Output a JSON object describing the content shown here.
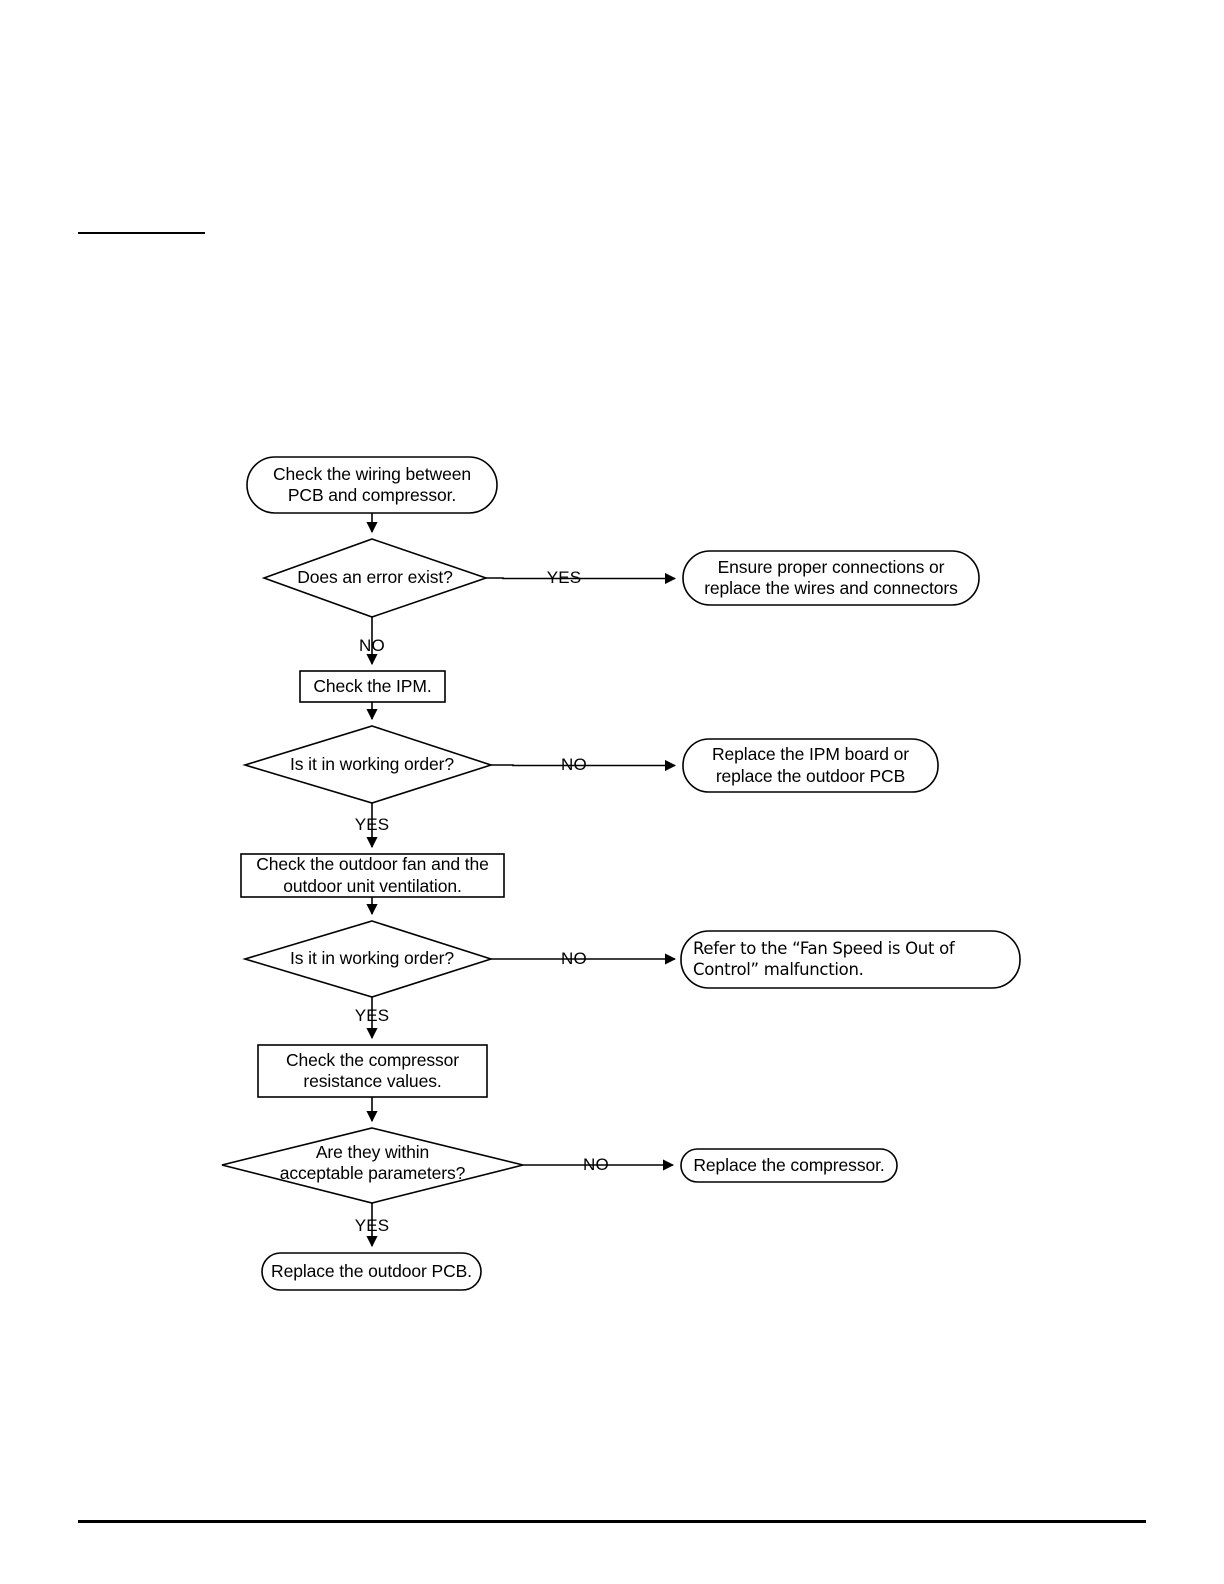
{
  "page": {
    "title": "Compressor / IPM troubleshooting flowchart",
    "heading_rule": true,
    "footer_rule": true
  },
  "chart_data": {
    "type": "diagram",
    "subtype": "flowchart",
    "orientation": "top-to-bottom",
    "nodes": [
      {
        "id": "n1",
        "shape": "terminator",
        "text_lines": [
          "Check the wiring between",
          "PCB and compressor."
        ]
      },
      {
        "id": "d1",
        "shape": "decision",
        "text_lines": [
          "Does an error exist?"
        ]
      },
      {
        "id": "r1",
        "shape": "terminator",
        "text_lines": [
          "Ensure proper connections  or",
          "replace the wires and connectors"
        ]
      },
      {
        "id": "n2",
        "shape": "process",
        "text_lines": [
          "Check the IPM."
        ]
      },
      {
        "id": "d2",
        "shape": "decision",
        "text_lines": [
          "Is it in working order?"
        ]
      },
      {
        "id": "r2",
        "shape": "terminator",
        "text_lines": [
          "Replace the IPM board or",
          "replace the outdoor PCB"
        ]
      },
      {
        "id": "n3",
        "shape": "process",
        "text_lines": [
          "Check the outdoor fan and the",
          "outdoor unit ventilation."
        ]
      },
      {
        "id": "d3",
        "shape": "decision",
        "text_lines": [
          "Is it in working order?"
        ]
      },
      {
        "id": "r3",
        "shape": "terminator",
        "text_lines": [
          "Refer to the “Fan Speed is Out of",
          "Control” malfunction."
        ]
      },
      {
        "id": "n4",
        "shape": "process",
        "text_lines": [
          "Check the compressor",
          "resistance values."
        ]
      },
      {
        "id": "d4",
        "shape": "decision",
        "text_lines": [
          "Are they within",
          "acceptable parameters?"
        ]
      },
      {
        "id": "r4",
        "shape": "terminator",
        "text_lines": [
          "Replace the compressor."
        ]
      },
      {
        "id": "n5",
        "shape": "terminator",
        "text_lines": [
          "Replace the outdoor PCB."
        ]
      }
    ],
    "edges": [
      {
        "from": "n1",
        "to": "d1",
        "label": ""
      },
      {
        "from": "d1",
        "to": "r1",
        "label": "YES"
      },
      {
        "from": "d1",
        "to": "n2",
        "label": "NO"
      },
      {
        "from": "n2",
        "to": "d2",
        "label": ""
      },
      {
        "from": "d2",
        "to": "r2",
        "label": "NO"
      },
      {
        "from": "d2",
        "to": "n3",
        "label": "YES"
      },
      {
        "from": "n3",
        "to": "d3",
        "label": ""
      },
      {
        "from": "d3",
        "to": "r3",
        "label": "NO"
      },
      {
        "from": "d3",
        "to": "n4",
        "label": "YES"
      },
      {
        "from": "n4",
        "to": "d4",
        "label": ""
      },
      {
        "from": "d4",
        "to": "r4",
        "label": "NO"
      },
      {
        "from": "d4",
        "to": "n5",
        "label": "YES"
      }
    ],
    "colors": {
      "stroke": "#000000",
      "fill": "#ffffff",
      "text": "#000000"
    }
  },
  "nodes": {
    "start": {
      "line1": "Check the wiring between",
      "line2": "PCB and compressor."
    },
    "decision_error": {
      "line1": "Does an error exist?"
    },
    "result_wiring": {
      "line1": "Ensure proper connections  or",
      "line2": "replace the wires and connectors"
    },
    "check_ipm": {
      "line1": "Check the IPM."
    },
    "decision_ipm": {
      "line1": "Is it in working order?"
    },
    "result_ipm": {
      "line1": "Replace the IPM board or",
      "line2": "replace the outdoor PCB"
    },
    "check_fan": {
      "line1": "Check the outdoor fan and the",
      "line2": "outdoor unit ventilation."
    },
    "decision_fan": {
      "line1": "Is it in working order?"
    },
    "result_fan": {
      "line1": "Refer to the “Fan Speed is Out of",
      "line2": "Control” malfunction."
    },
    "check_compressor": {
      "line1": "Check the compressor",
      "line2": "resistance values."
    },
    "decision_compressor": {
      "line1": "Are they within",
      "line2": "acceptable parameters?"
    },
    "result_compressor": {
      "line1": "Replace the compressor."
    },
    "end": {
      "line1": "Replace the outdoor PCB."
    }
  },
  "edge_labels": {
    "yes_1": "YES",
    "no_1": "NO",
    "no_2": "NO",
    "yes_2": "YES",
    "no_3": "NO",
    "yes_3": "YES",
    "no_4": "NO",
    "yes_4": "YES"
  }
}
